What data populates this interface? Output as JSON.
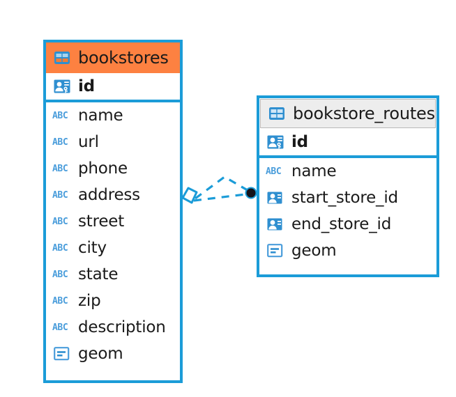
{
  "diagram": {
    "type": "entity-relationship-diagram",
    "colors": {
      "border_blue": "#1b9cd8",
      "header_orange": "#fd8141",
      "header_grey": "#ededed",
      "icon_blue": "#2f8fd0",
      "text": "#1a1a1a"
    },
    "tables": [
      {
        "name": "bookstores",
        "header_style": "orange",
        "icon": "table-icon",
        "primary_key": {
          "label": "id",
          "icon": "primary-key-icon",
          "type": "key"
        },
        "fields": [
          {
            "label": "name",
            "icon": "text-abc-icon",
            "type": "text"
          },
          {
            "label": "url",
            "icon": "text-abc-icon",
            "type": "text"
          },
          {
            "label": "phone",
            "icon": "text-abc-icon",
            "type": "text"
          },
          {
            "label": "address",
            "icon": "text-abc-icon",
            "type": "text"
          },
          {
            "label": "street",
            "icon": "text-abc-icon",
            "type": "text"
          },
          {
            "label": "city",
            "icon": "text-abc-icon",
            "type": "text"
          },
          {
            "label": "state",
            "icon": "text-abc-icon",
            "type": "text"
          },
          {
            "label": "zip",
            "icon": "text-abc-icon",
            "type": "text"
          },
          {
            "label": "description",
            "icon": "text-abc-icon",
            "type": "text"
          },
          {
            "label": "geom",
            "icon": "geometry-icon",
            "type": "geometry"
          }
        ]
      },
      {
        "name": "bookstore_routes",
        "header_style": "grey",
        "icon": "table-icon",
        "primary_key": {
          "label": "id",
          "icon": "primary-key-icon",
          "type": "key"
        },
        "fields": [
          {
            "label": "name",
            "icon": "text-abc-icon",
            "type": "text"
          },
          {
            "label": "start_store_id",
            "icon": "foreign-key-icon",
            "type": "reference"
          },
          {
            "label": "end_store_id",
            "icon": "foreign-key-icon",
            "type": "reference"
          },
          {
            "label": "geom",
            "icon": "geometry-icon",
            "type": "geometry"
          }
        ]
      }
    ],
    "relationship": {
      "from_table": "bookstores",
      "to_table": "bookstore_routes",
      "line_style": "dashed",
      "source_marker": "diamond-outline",
      "target_marker": "filled-circle"
    }
  }
}
